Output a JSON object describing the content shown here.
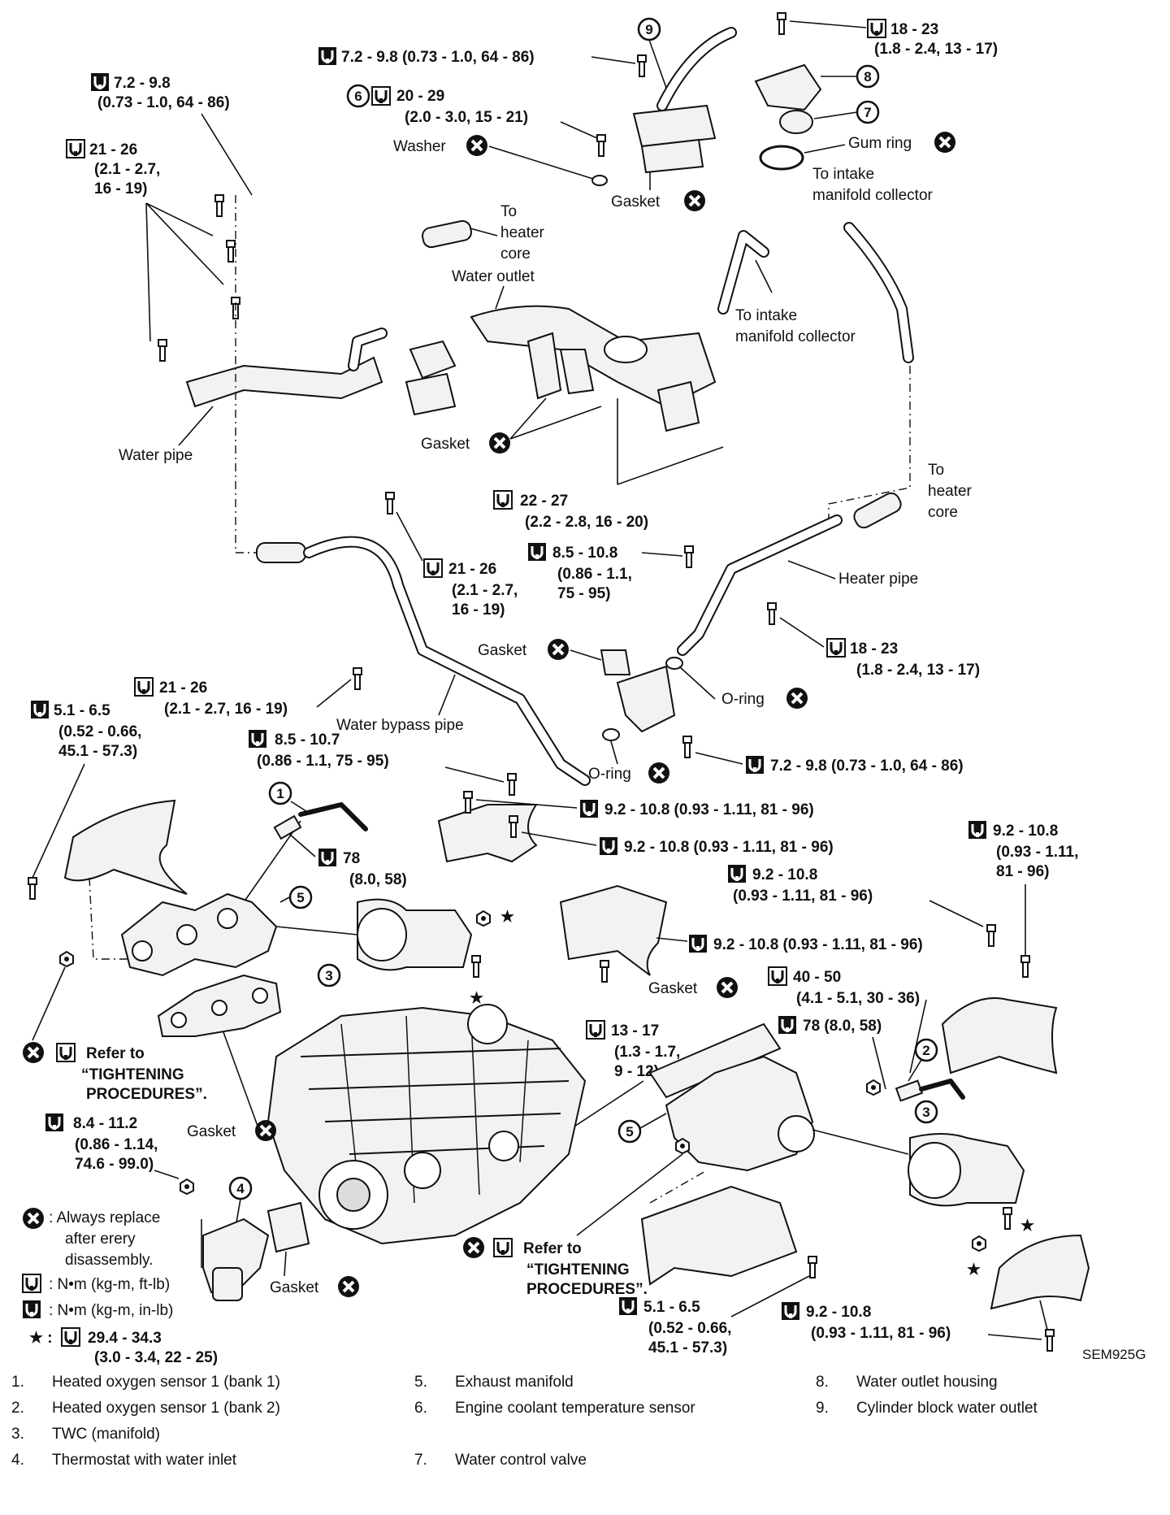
{
  "figure_code": "SEM925G",
  "callouts": [
    "1",
    "2",
    "3",
    "4",
    "5",
    "6",
    "7",
    "8",
    "9"
  ],
  "labels": {
    "washer": "Washer",
    "gasket": "Gasket",
    "gum_ring": "Gum ring",
    "o_ring": "O-ring",
    "to_heater_core": [
      "To",
      "heater",
      "core"
    ],
    "to_intake_collector": [
      "To intake",
      "manifold collector"
    ],
    "water_outlet": "Water outlet",
    "water_pipe": "Water pipe",
    "heater_pipe": "Heater pipe",
    "water_bypass_pipe": "Water bypass pipe"
  },
  "torque": {
    "t_72_98_long": "7.2 - 9.8 (0.73 - 1.0, 64 - 86)",
    "t_72_98_a": "7.2 - 9.8",
    "t_72_98_b": "(0.73 - 1.0, 64 - 86)",
    "t_1823_a": "18 - 23",
    "t_1823_b": "(1.8 - 2.4, 13 - 17)",
    "t_2029_a": "20 - 29",
    "t_2029_b": "(2.0 - 3.0, 15 - 21)",
    "t_2126_a": "21 - 26",
    "t_2126_b": "(2.1 - 2.7,",
    "t_2126_c": "16 - 19)",
    "t_2126_d": "(2.1 - 2.7, 16 - 19)",
    "t_2227_a": "22 - 27",
    "t_2227_b": "(2.2 - 2.8, 16 - 20)",
    "t_85108_a": "8.5 - 10.8",
    "t_85108_b": "(0.86 - 1.1,",
    "t_85108_c": "75 - 95)",
    "t_85107_a": "8.5 - 10.7",
    "t_85107_b": "(0.86 - 1.1, 75 - 95)",
    "t_5165_a": "5.1 - 6.5",
    "t_5165_b": "(0.52 - 0.66,",
    "t_5165_c": "45.1 - 57.3)",
    "t_92108_long": "9.2 - 10.8 (0.93 - 1.11, 81 - 96)",
    "t_92108_a": "9.2 - 10.8",
    "t_92108_b": "(0.93 - 1.11,",
    "t_92108_c": "81 - 96)",
    "t_92108_d": "(0.93 - 1.11, 81 - 96)",
    "t_78_a": "78",
    "t_78_b": "(8.0, 58)",
    "t_78_c": "78 (8.0, 58)",
    "t_4050_a": "40 - 50",
    "t_4050_b": "(4.1 - 5.1, 30 - 36)",
    "t_1317_a": "13 - 17",
    "t_1317_b": "(1.3 - 1.7,",
    "t_1317_c": "9 - 12)",
    "t_84112_a": "8.4 - 11.2",
    "t_84112_b": "(0.86 - 1.14,",
    "t_84112_c": "74.6 - 99.0)",
    "t_294343_a": "29.4 - 34.3",
    "t_294343_b": "(3.0 - 3.4, 22 - 25)"
  },
  "refer": [
    "Refer to",
    "“TIGHTENING",
    "PROCEDURES”."
  ],
  "key": {
    "replace_a": ": Always replace",
    "replace_b": "after erery",
    "replace_c": "disassembly.",
    "nm_ftlb": ": N•m (kg-m, ft-lb)",
    "nm_inlb": ": N•m (kg-m, in-lb)",
    "star": "★ :"
  },
  "parts_list": [
    {
      "num": "1.",
      "name": "Heated oxygen sensor 1 (bank 1)"
    },
    {
      "num": "2.",
      "name": "Heated oxygen sensor 1 (bank 2)"
    },
    {
      "num": "3.",
      "name": "TWC (manifold)"
    },
    {
      "num": "4.",
      "name": "Thermostat with water inlet"
    },
    {
      "num": "5.",
      "name": "Exhaust manifold"
    },
    {
      "num": "6.",
      "name": "Engine coolant temperature sensor"
    },
    {
      "num": "7.",
      "name": "Water control valve"
    },
    {
      "num": "8.",
      "name": "Water outlet housing"
    },
    {
      "num": "9.",
      "name": "Cylinder block water outlet"
    }
  ],
  "icons": {
    "torque": "wrench-torque-icon",
    "replace": "x-circle-icon",
    "star": "star-icon"
  }
}
